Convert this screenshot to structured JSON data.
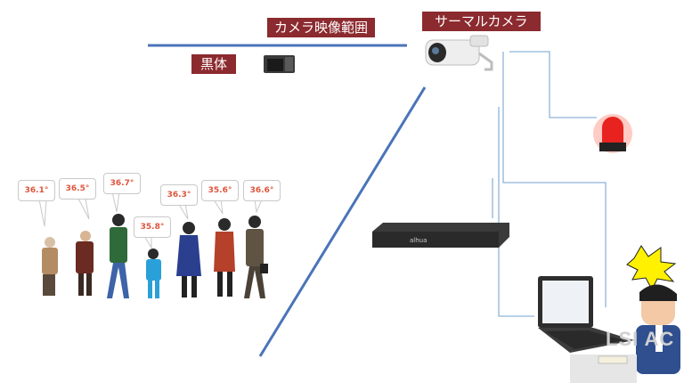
{
  "labels": {
    "camera_range": "カメラ映像範囲",
    "thermal_camera": "サーマルカメラ",
    "black_body": "黒体"
  },
  "temperatures": [
    "36.1°",
    "36.5°",
    "36.7°",
    "35.8°",
    "36.3°",
    "35.6°",
    "36.6°"
  ],
  "watermark": "LSI AC",
  "nvr_brand": "alhua",
  "colors": {
    "label_bg": "#8b2a2f",
    "line_blue": "#4a74b8",
    "connector": "#8fb3d9",
    "temp_text": "#e0533a"
  },
  "icons": {
    "thermal_camera": "bullet-camera-icon",
    "black_body": "blackbody-device-icon",
    "alarm_light": "red-alarm-light-icon",
    "recorder": "nvr-recorder-icon",
    "laptop": "laptop-icon",
    "operator": "alarmed-operator-icon"
  }
}
